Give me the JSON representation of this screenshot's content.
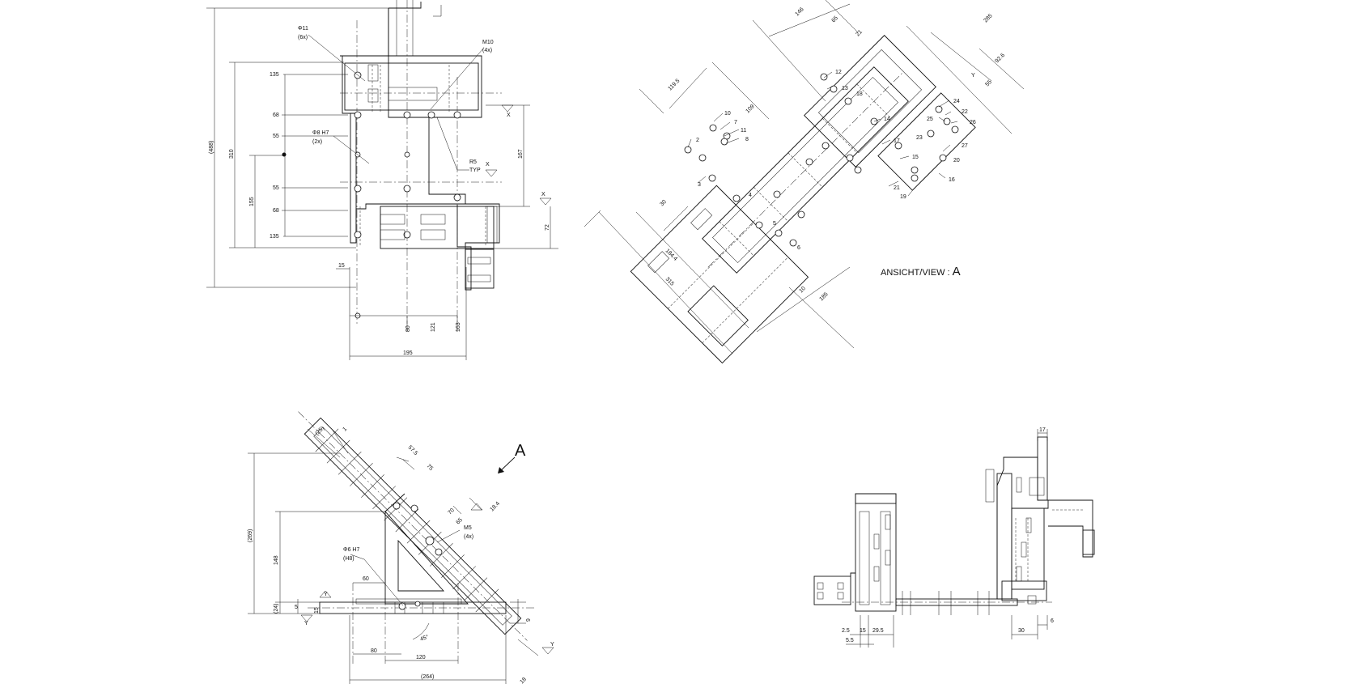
{
  "views": {
    "top": {
      "labels": {
        "phi11": "Φ11",
        "phi11_n": "(6x)",
        "m10": "M10",
        "m10_n": "(4x)",
        "phi8": "Φ8  H7",
        "phi8_n": "(2x)",
        "r5": "R5",
        "typ": "TYP",
        "x1": "X",
        "x2": "X",
        "x3": "X"
      },
      "dims": {
        "d488": "(488)",
        "d310": "310",
        "d155": "155",
        "d135a": "135",
        "d68a": "68",
        "d55a": "55",
        "d55b": "55",
        "d68b": "68",
        "d135b": "135",
        "d15": "15",
        "d80": "80",
        "d121": "121",
        "d163": "163",
        "d195": "195",
        "d167": "167",
        "d72": "72"
      }
    },
    "iso": {
      "labels": {
        "n10": "10",
        "n7": "7",
        "n11": "11",
        "n8": "8",
        "n2": "2",
        "n3": "3",
        "n4": "4",
        "n5": "5",
        "n6": "6",
        "n12": "12",
        "n13": "13",
        "n14": "14",
        "n17": "17",
        "n15": "15",
        "n16": "16",
        "n18": "18",
        "n19": "19",
        "n20": "20",
        "n21": "21",
        "n22": "22",
        "n23": "23",
        "n24": "24",
        "n25": "25",
        "n26": "26",
        "n27": "27",
        "y": "Y"
      },
      "dims": {
        "d146": "146",
        "d65": "65",
        "d21": "21",
        "d285": "285",
        "d926": "92.6",
        "d55": "55",
        "d1195": "119.5",
        "d109": "109",
        "d30": "30",
        "d1844": "184.4",
        "d315": "315",
        "d10": "10",
        "d185": "185"
      },
      "caption_prefix": "ANSICHT/VIEW : ",
      "caption_letter": "A"
    },
    "side": {
      "labels": {
        "a": "A",
        "phi6": "Φ6  H7",
        "phi6_n": "(H8)",
        "m5": "M5",
        "m5_n": "(4x)",
        "y1": "Y",
        "y2": "Y",
        "y3": "Y",
        "angle": "45°"
      },
      "dims": {
        "d269": "(269)",
        "d148": "148",
        "d24": "(24)",
        "d5": "5",
        "d15": "15",
        "d60": "60",
        "d80": "80",
        "d120": "120",
        "d264": "(264)",
        "d575": "57.5",
        "d75": "75",
        "d70": "70",
        "d65": "65",
        "d184": "18.4",
        "d25": "(25)",
        "d1": "1",
        "d18": "18",
        "d9": "9"
      }
    },
    "front": {
      "dims": {
        "d17": "17",
        "d25": "2.5",
        "d15": "15",
        "d295": "29.5",
        "d55": "5.5",
        "d30": "30",
        "d6": "6"
      }
    }
  }
}
